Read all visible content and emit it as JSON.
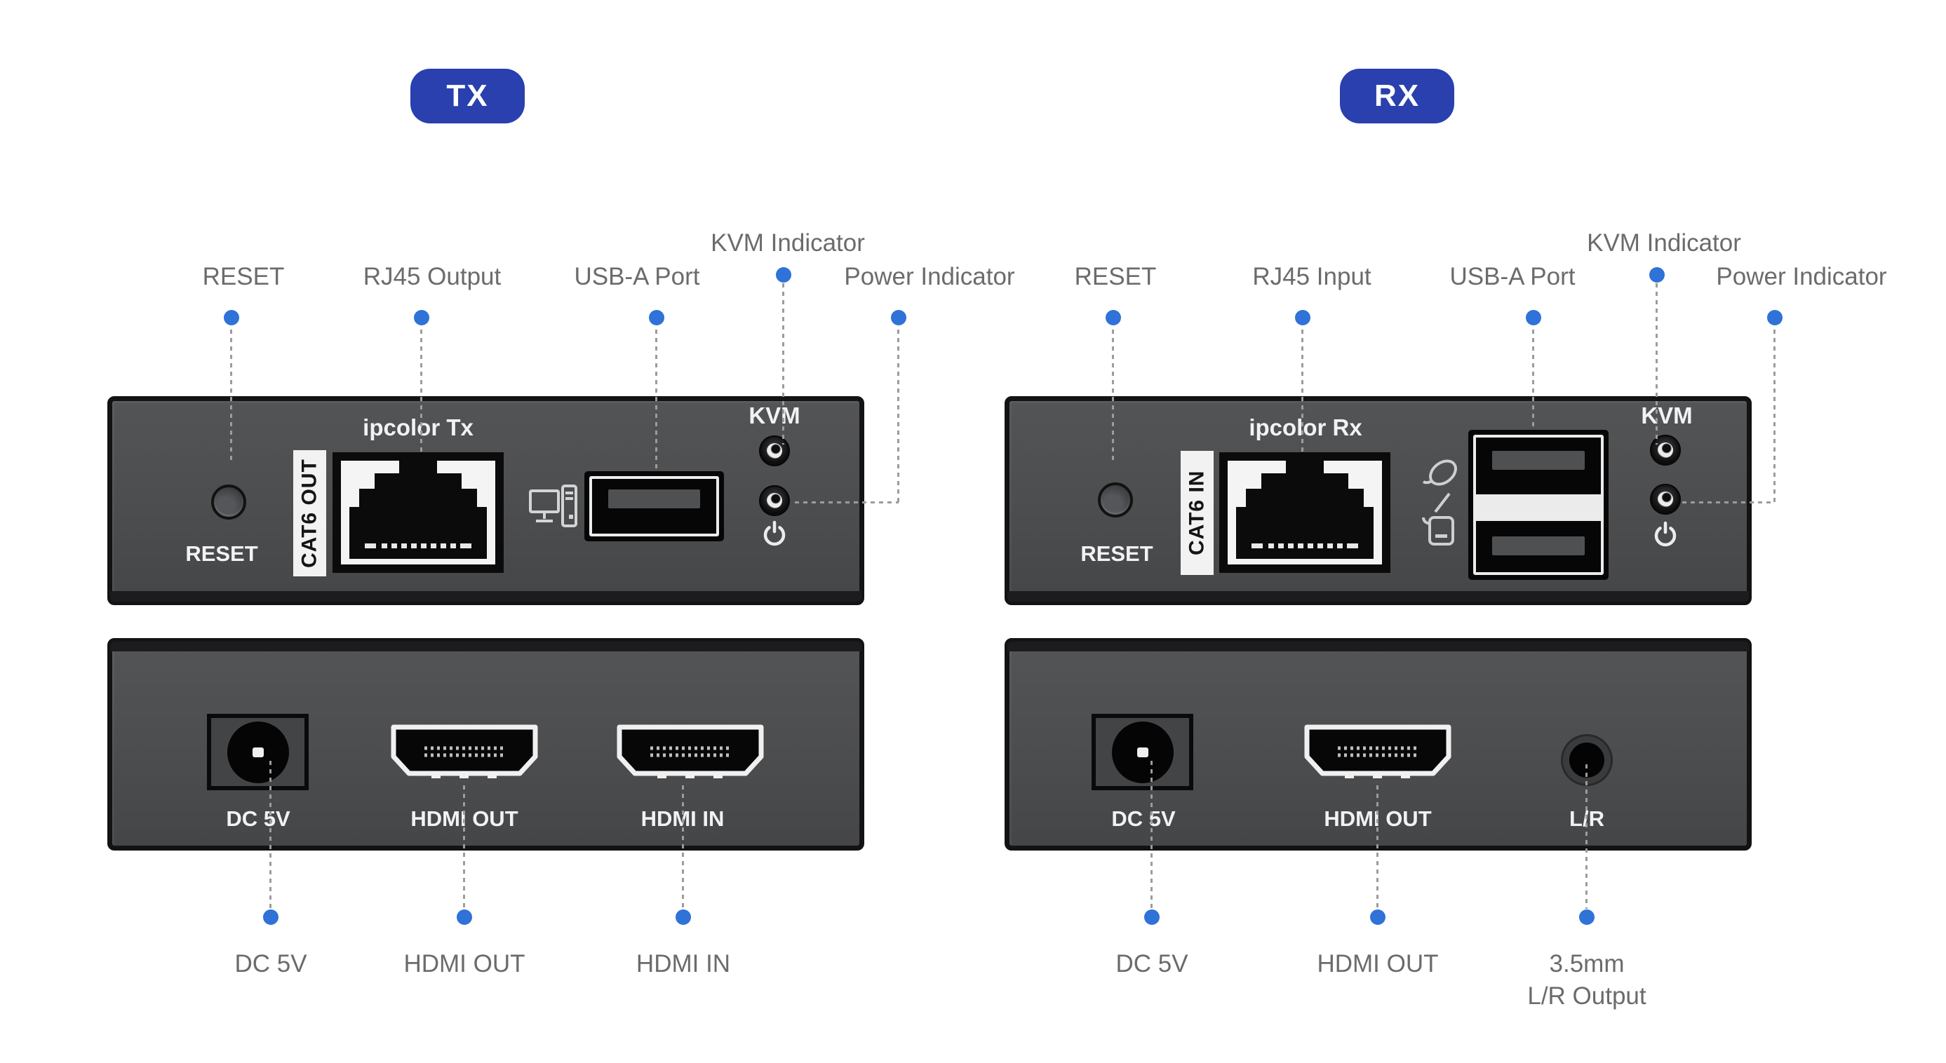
{
  "colors": {
    "badge_bg": "#2940ae",
    "dot_blue": "#2f72d8",
    "callout_text": "#6a6b6d",
    "device_border": "#131314",
    "panel_text": "#f2f2f2"
  },
  "icons": {
    "tx_usb_host": "computer-icon",
    "rx_usb_devices": "mouse-keyboard-icon",
    "power": "power-symbol-icon"
  },
  "tx": {
    "badge": "TX",
    "callouts_top": [
      {
        "label": "RESET"
      },
      {
        "label": "RJ45 Output"
      },
      {
        "label": "USB-A Port"
      },
      {
        "label": "KVM Indicator"
      },
      {
        "label": "Power Indicator"
      }
    ],
    "front_panel": {
      "model": "ipcolor Tx",
      "reset": "RESET",
      "rj45_tag": "CAT6 OUT",
      "kvm": "KVM"
    },
    "rear_panel": {
      "dc": "DC 5V",
      "hdmi_out": "HDMI OUT",
      "hdmi_in": "HDMI IN"
    },
    "callouts_bottom": [
      {
        "label": "DC 5V"
      },
      {
        "label": "HDMI OUT"
      },
      {
        "label": "HDMI IN"
      }
    ]
  },
  "rx": {
    "badge": "RX",
    "callouts_top": [
      {
        "label": "RESET"
      },
      {
        "label": "RJ45 Input"
      },
      {
        "label": "USB-A Port"
      },
      {
        "label": "KVM Indicator"
      },
      {
        "label": "Power Indicator"
      }
    ],
    "front_panel": {
      "model": "ipcolor Rx",
      "reset": "RESET",
      "rj45_tag": "CAT6 IN",
      "kvm": "KVM"
    },
    "rear_panel": {
      "dc": "DC 5V",
      "hdmi_out": "HDMI OUT",
      "audio": "L/R"
    },
    "callouts_bottom": [
      {
        "label": "DC 5V"
      },
      {
        "label": "HDMI OUT"
      },
      {
        "label": "3.5mm",
        "label_line2": "L/R Output"
      }
    ]
  }
}
